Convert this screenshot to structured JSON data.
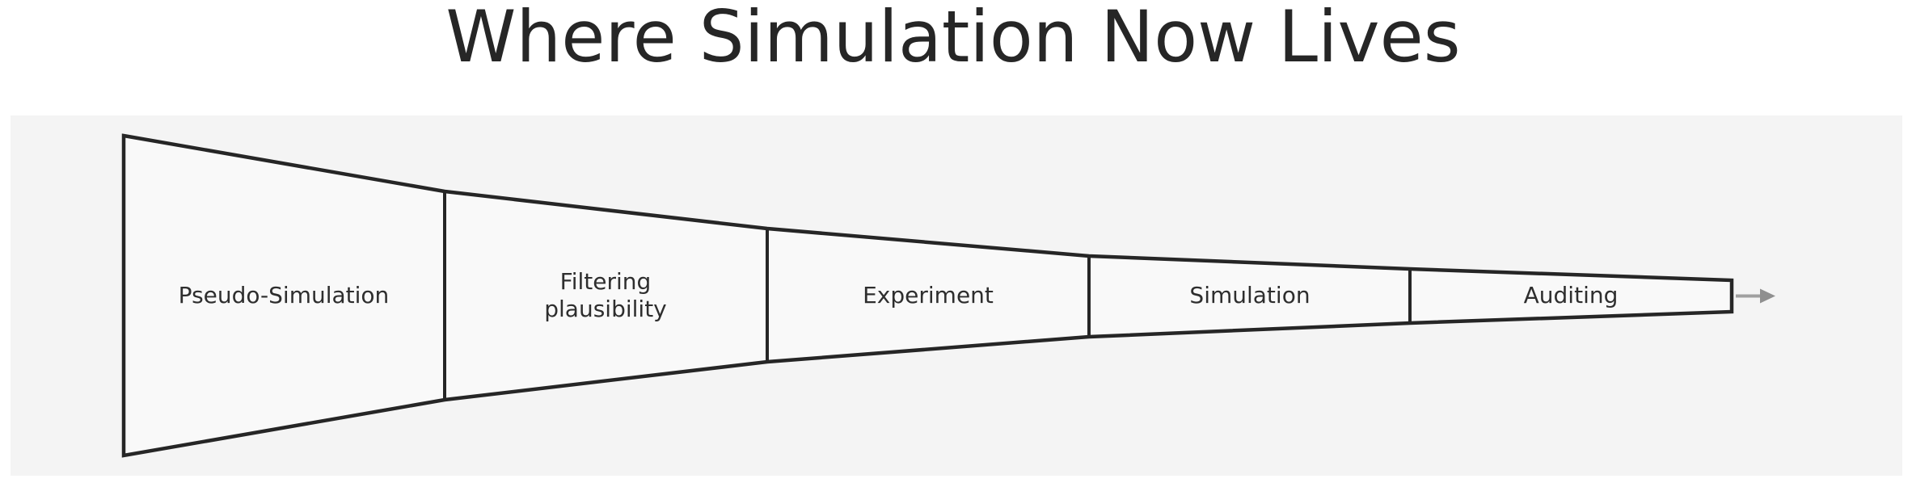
{
  "title": "Where Simulation Now Lives",
  "diagram": {
    "type": "funnel",
    "flow_direction": "left-to-right",
    "stages": [
      {
        "label": "Pseudo-Simulation"
      },
      {
        "label": "Filtering\nplausibility"
      },
      {
        "label": "Experiment"
      },
      {
        "label": "Simulation"
      },
      {
        "label": "Auditing"
      }
    ],
    "icons": [
      {
        "name": "arrow-right-icon",
        "meaning": "flow continues out of funnel"
      }
    ],
    "colors": {
      "panel_background": "#f4f4f4",
      "funnel_fill": "#f9f9f9",
      "outline": "#262626",
      "arrow": "#9a9a9a",
      "text": "#2e2e2e",
      "title_text": "#262626"
    }
  }
}
